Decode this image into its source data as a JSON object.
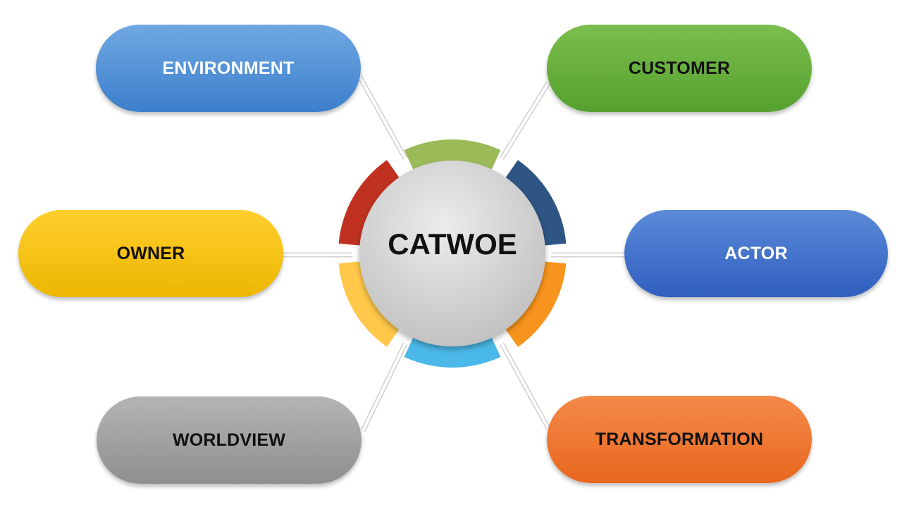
{
  "center": {
    "label": "CATWOE",
    "fill_light": "#ececec",
    "fill_dark": "#bfbfbf"
  },
  "ring_segments": [
    {
      "name": "top",
      "color": "#9bbb59"
    },
    {
      "name": "upper-right",
      "color": "#2f5585"
    },
    {
      "name": "lower-right",
      "color": "#f7941d"
    },
    {
      "name": "bottom",
      "color": "#4ab8e8"
    },
    {
      "name": "lower-left",
      "color": "#ffc84a"
    },
    {
      "name": "upper-left",
      "color": "#c0311f"
    }
  ],
  "nodes": [
    {
      "id": "environment",
      "label": "ENVIRONMENT",
      "color_top": "#6fa8e2",
      "color_bottom": "#3d7fcc",
      "text_color": "#ffffff"
    },
    {
      "id": "customer",
      "label": "CUSTOMER",
      "color_top": "#7bbf4e",
      "color_bottom": "#56a02e",
      "text_color": "#111111"
    },
    {
      "id": "owner",
      "label": "OWNER",
      "color_top": "#ffcf2e",
      "color_bottom": "#ecb600",
      "text_color": "#111111"
    },
    {
      "id": "actor",
      "label": "ACTOR",
      "color_top": "#5b8ad8",
      "color_bottom": "#2f5fc0",
      "text_color": "#ffffff"
    },
    {
      "id": "worldview",
      "label": "WORLDVIEW",
      "color_top": "#b4b4b4",
      "color_bottom": "#8f8f8f",
      "text_color": "#111111"
    },
    {
      "id": "transformation",
      "label": "TRANSFORMATION",
      "color_top": "#f58a4a",
      "color_bottom": "#e8671e",
      "text_color": "#111111"
    }
  ]
}
